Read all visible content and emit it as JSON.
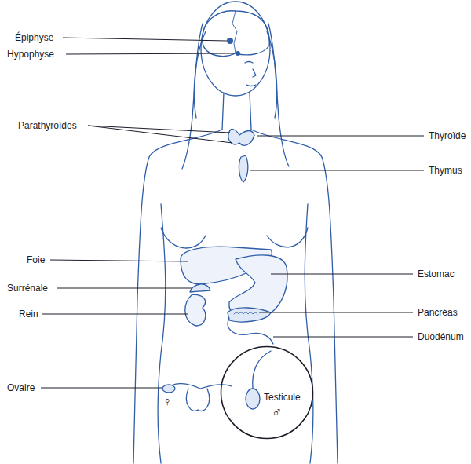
{
  "diagram": {
    "nodes": [
      {
        "text": [
          "Testicule",
          "♂"
        ]
      }
    ],
    "labels": [
      "Épiphyse",
      "Hypophyse",
      "Parathyroïdes",
      "Thyroïde",
      "Thymus",
      "Foie",
      "Estomac",
      "Surrénale",
      "Pancréas",
      "Rein",
      "Duodénum",
      "Ovaire",
      "♀"
    ]
  }
}
